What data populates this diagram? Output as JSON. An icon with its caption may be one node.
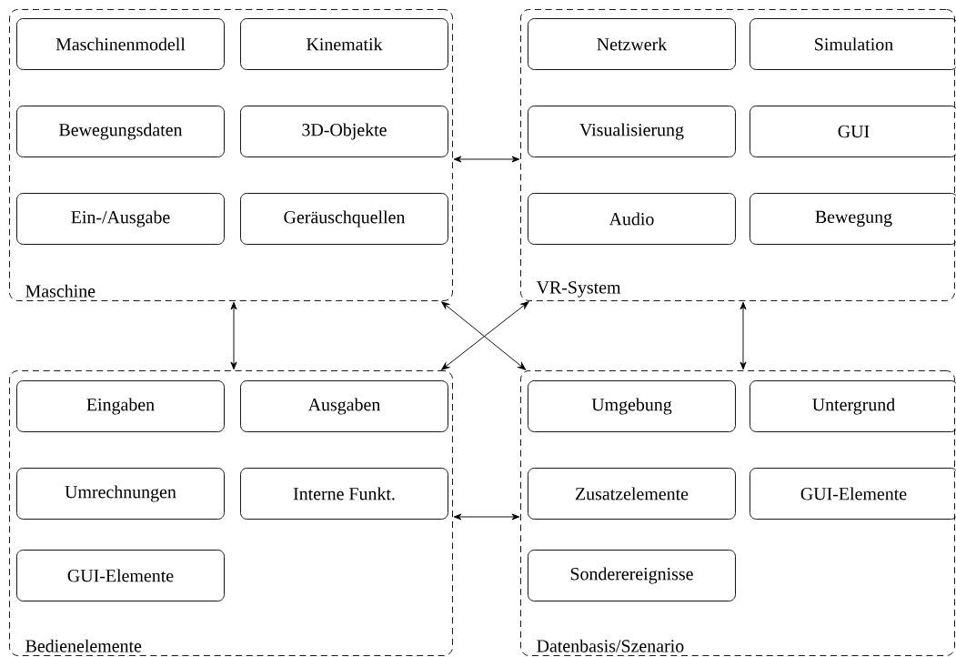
{
  "diagram": {
    "nodes": [
      {
        "text": [
          "Maschine"
        ]
      },
      {
        "text": [
          "Maschinenmodell"
        ],
        "in": 0
      },
      {
        "text": [
          "Kinematik"
        ],
        "in": 0
      },
      {
        "text": [
          "Bewegungsdaten"
        ],
        "in": 0
      },
      {
        "text": [
          "3D-Objekte"
        ],
        "in": 0
      },
      {
        "text": [
          "Ein-/Ausgabe"
        ],
        "in": 0
      },
      {
        "text": [
          "Geräuschquellen"
        ],
        "in": 0
      },
      {
        "text": [
          "VR-System"
        ]
      },
      {
        "text": [
          "Netzwerk"
        ],
        "in": 7
      },
      {
        "text": [
          "Simulation"
        ],
        "in": 7
      },
      {
        "text": [
          "Visualisierung"
        ],
        "in": 7
      },
      {
        "text": [
          "GUI"
        ],
        "in": 7
      },
      {
        "text": [
          "Audio"
        ],
        "in": 7
      },
      {
        "text": [
          "Bewegung"
        ],
        "in": 7
      },
      {
        "text": [
          "Bedienelemente"
        ]
      },
      {
        "text": [
          "Eingaben"
        ],
        "in": 14
      },
      {
        "text": [
          "Ausgaben"
        ],
        "in": 14
      },
      {
        "text": [
          "Umrechnungen"
        ],
        "in": 14
      },
      {
        "text": [
          "Interne Funkt."
        ],
        "in": 14
      },
      {
        "text": [
          "GUI-Elemente"
        ],
        "in": 14
      },
      {
        "text": [
          "Datenbasis/Szenario"
        ]
      },
      {
        "text": [
          "Umgebung"
        ],
        "in": 20
      },
      {
        "text": [
          "Untergrund"
        ],
        "in": 20
      },
      {
        "text": [
          "Zusatzelemente"
        ],
        "in": 20
      },
      {
        "text": [
          "GUI-Elemente"
        ],
        "in": 20
      },
      {
        "text": [
          "Sonderereignisse"
        ],
        "in": 20
      }
    ],
    "edges": [
      {
        "from": 0,
        "to": 7,
        "arrow": "both"
      },
      {
        "from": 0,
        "to": 14,
        "arrow": "both"
      },
      {
        "from": 0,
        "to": 20,
        "arrow": "both"
      },
      {
        "from": 7,
        "to": 14,
        "arrow": "both"
      },
      {
        "from": 7,
        "to": 20,
        "arrow": "both"
      },
      {
        "from": 14,
        "to": 20,
        "arrow": "both"
      }
    ]
  }
}
